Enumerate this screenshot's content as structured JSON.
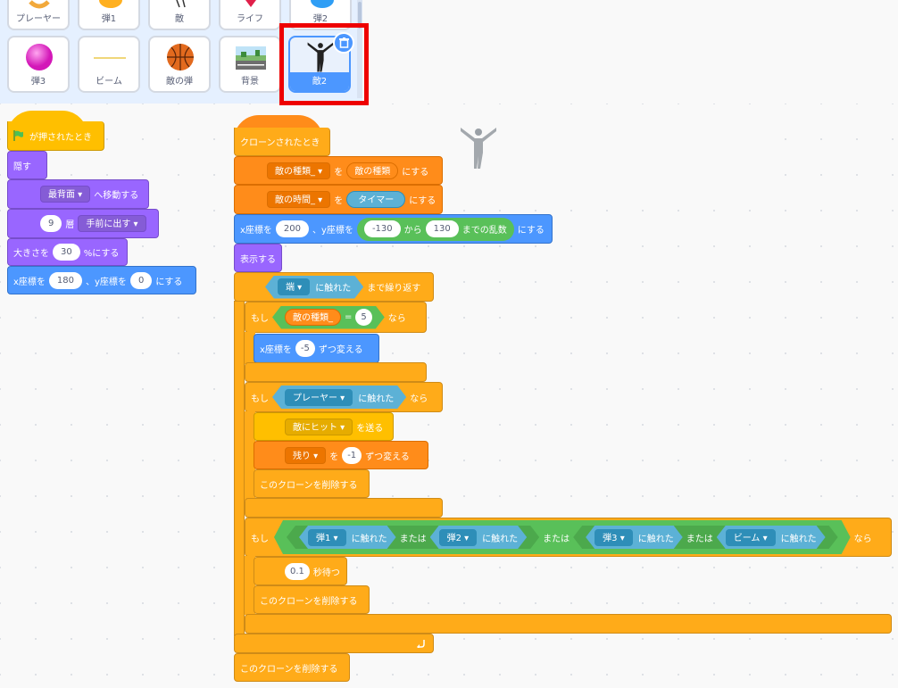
{
  "sprites": {
    "tiles": [
      "プレーヤー",
      "弾1",
      "敵",
      "ライフ",
      "弾2",
      "弾3",
      "ビーム",
      "敵の弾",
      "背景",
      "敵2"
    ],
    "selected": "敵2"
  },
  "colors": {
    "events": "#ffbf00",
    "control": "#ffab19",
    "looks": "#9966ff",
    "motion": "#4c97ff",
    "variables": "#ff8c1a",
    "sensing": "#5cb1d6",
    "operators": "#59c059",
    "highlight": "#ee0000"
  },
  "left_script": {
    "hat": "が押されたとき",
    "hide": "隠す",
    "go_layer": {
      "option": "最背面",
      "suffix": "へ移動する"
    },
    "go_layers": {
      "value": "9",
      "mid": "層",
      "option": "手前に出す"
    },
    "set_size": {
      "prefix": "大きさを",
      "value": "30",
      "suffix": "%にする"
    },
    "goto_xy": {
      "x_prefix": "x座標を",
      "x": "180",
      "y_prefix": "、y座標を",
      "y": "0",
      "suffix": "にする"
    }
  },
  "right_script": {
    "hat": "クローンされたとき",
    "set_var1": {
      "var": "敵の種類_",
      "mid": "を",
      "value": "敵の種類",
      "suffix": "にする"
    },
    "set_var2": {
      "var": "敵の時間_",
      "mid": "を",
      "value": "タイマー",
      "suffix": "にする"
    },
    "goto_xy": {
      "x_prefix": "x座標を",
      "x": "200",
      "y_prefix": "、y座標を",
      "from": "-130",
      "from_mid": "から",
      "to": "130",
      "rand_suffix": "までの乱数",
      "suffix": "にする"
    },
    "show": "表示する",
    "repeat_until": {
      "touch": "端",
      "touching": "に触れた",
      "suffix": "まで繰り返す"
    },
    "if1": {
      "if": "もし",
      "var": "敵の種類_",
      "eq": "=",
      "value": "5",
      "then": "なら",
      "change_x": {
        "prefix": "x座標を",
        "value": "-5",
        "suffix": "ずつ変える"
      }
    },
    "if2": {
      "if": "もし",
      "touch": "プレーヤー",
      "touching": "に触れた",
      "then": "なら",
      "broadcast": {
        "option": "敵にヒット",
        "suffix": "を送る"
      },
      "change_var": {
        "var": "残り",
        "mid": "を",
        "value": "-1",
        "suffix": "ずつ変える"
      },
      "delete": "このクローンを削除する"
    },
    "if3": {
      "if": "もし",
      "or1": "または",
      "or2": "または",
      "or3": "または",
      "t1": "弾1",
      "t2": "弾2",
      "t3": "弾3",
      "t4": "ビーム",
      "touching": "に触れた",
      "then": "なら",
      "wait": {
        "value": "0.1",
        "suffix": "秒待つ"
      },
      "delete": "このクローンを削除する"
    },
    "delete_final": "このクローンを削除する"
  }
}
